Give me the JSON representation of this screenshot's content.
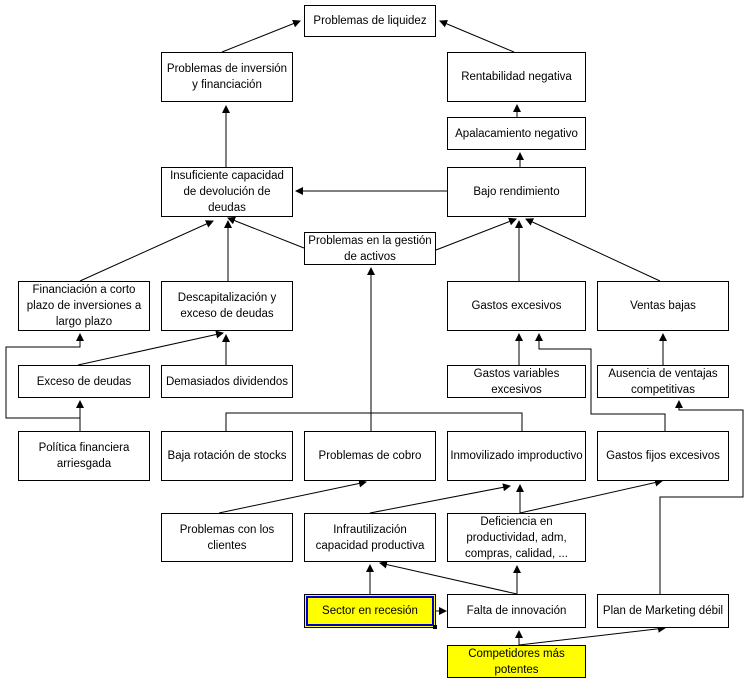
{
  "diagram": {
    "title": "Problemas de liquidez",
    "highlight_color": "#ffff00",
    "selection_color": "#0000cc",
    "nodes": {
      "liquidez": {
        "label": "Problemas de liquidez"
      },
      "inversion": {
        "label": "Problemas de inversión y financiación"
      },
      "rentabilidad": {
        "label": "Rentabilidad negativa"
      },
      "apalancamiento": {
        "label": "Apalacamiento negativo"
      },
      "insuficiente": {
        "label": "Insuficiente capacidad de devolución de deudas"
      },
      "bajo_rend": {
        "label": "Bajo rendimiento"
      },
      "gestion_activos": {
        "label": "Problemas en la gestión de activos"
      },
      "financiacion_corto": {
        "label": "Financiación a corto plazo de inversiones a largo plazo"
      },
      "descapitalizacion": {
        "label": "Descapitalización y exceso de deudas"
      },
      "gastos_excesivos": {
        "label": "Gastos excesivos"
      },
      "ventas_bajas": {
        "label": "Ventas bajas"
      },
      "exceso_deudas": {
        "label": "Exceso de deudas"
      },
      "dividendos": {
        "label": "Demasiados dividendos"
      },
      "gastos_variables": {
        "label": "Gastos variables excesivos"
      },
      "ausencia_ventajas": {
        "label": "Ausencia de ventajas competitivas"
      },
      "politica": {
        "label": "Política financiera arriesgada"
      },
      "rotacion": {
        "label": "Baja rotación de stocks"
      },
      "cobro": {
        "label": "Problemas de cobro"
      },
      "inmovilizado": {
        "label": "Inmovilizado improductivo"
      },
      "gastos_fijos": {
        "label": "Gastos fijos excesivos"
      },
      "clientes": {
        "label": "Problemas con los clientes"
      },
      "infrautilizacion": {
        "label": "Infrautilización capacidad productiva"
      },
      "deficiencia": {
        "label": "Deficiencia en productividad, adm, compras, calidad, ..."
      },
      "sector": {
        "label": "Sector en recesión",
        "highlighted": true,
        "selected": true
      },
      "innovacion": {
        "label": "Falta de innovación"
      },
      "marketing": {
        "label": "Plan de Marketing débil"
      },
      "competidores": {
        "label": "Competidores más potentes",
        "highlighted": true
      }
    },
    "edges": [
      {
        "from": "inversion",
        "to": "liquidez"
      },
      {
        "from": "rentabilidad",
        "to": "liquidez"
      },
      {
        "from": "insuficiente",
        "to": "inversion"
      },
      {
        "from": "apalancamiento",
        "to": "rentabilidad"
      },
      {
        "from": "bajo_rend",
        "to": "apalancamiento"
      },
      {
        "from": "bajo_rend",
        "to": "insuficiente"
      },
      {
        "from": "financiacion_corto",
        "to": "insuficiente"
      },
      {
        "from": "descapitalizacion",
        "to": "insuficiente"
      },
      {
        "from": "gestion_activos",
        "to": "insuficiente"
      },
      {
        "from": "gestion_activos",
        "to": "bajo_rend"
      },
      {
        "from": "gastos_excesivos",
        "to": "bajo_rend"
      },
      {
        "from": "ventas_bajas",
        "to": "bajo_rend"
      },
      {
        "from": "exceso_deudas",
        "to": "descapitalizacion"
      },
      {
        "from": "dividendos",
        "to": "descapitalizacion"
      },
      {
        "from": "politica",
        "to": "exceso_deudas"
      },
      {
        "from": "politica",
        "to": "financiacion_corto"
      },
      {
        "from": "gastos_variables",
        "to": "gastos_excesivos"
      },
      {
        "from": "gastos_fijos",
        "to": "gastos_excesivos"
      },
      {
        "from": "ausencia_ventajas",
        "to": "ventas_bajas"
      },
      {
        "from": "rotacion",
        "to": "gestion_activos"
      },
      {
        "from": "cobro",
        "to": "gestion_activos"
      },
      {
        "from": "inmovilizado",
        "to": "gestion_activos"
      },
      {
        "from": "clientes",
        "to": "cobro"
      },
      {
        "from": "infrautilizacion",
        "to": "inmovilizado"
      },
      {
        "from": "deficiencia",
        "to": "inmovilizado"
      },
      {
        "from": "deficiencia",
        "to": "gastos_fijos"
      },
      {
        "from": "sector",
        "to": "infrautilizacion"
      },
      {
        "from": "sector",
        "to": "innovacion"
      },
      {
        "from": "innovacion",
        "to": "infrautilizacion"
      },
      {
        "from": "innovacion",
        "to": "deficiencia"
      },
      {
        "from": "competidores",
        "to": "innovacion"
      },
      {
        "from": "competidores",
        "to": "marketing"
      },
      {
        "from": "marketing",
        "to": "ausencia_ventajas"
      }
    ]
  }
}
